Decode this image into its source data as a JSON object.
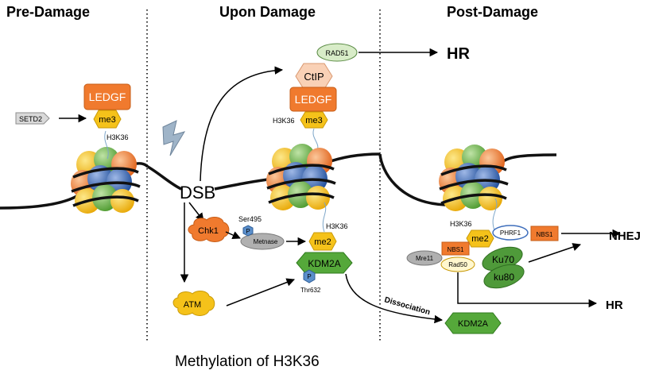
{
  "sections": {
    "pre": "Pre-Damage",
    "upon": "Upon Damage",
    "post": "Post-Damage"
  },
  "footer": "Methylation of H3K36",
  "pre": {
    "setd2": "SETD2",
    "ledgf": "LEDGF",
    "me3": "me3",
    "h3k36": "H3K36"
  },
  "upon": {
    "rad51": "RAD51",
    "ctip": "CtIP",
    "ledgf": "LEDGF",
    "me3": "me3",
    "h3k36_top": "H3K36",
    "dsb": "DSB",
    "chk1": "Chk1",
    "ser495": "Ser495",
    "p": "P",
    "metnase": "Metnase",
    "h3k36_bottom": "H3K36",
    "me2": "me2",
    "kdm2a": "KDM2A",
    "thr632": "Thr632",
    "atm": "ATM",
    "hr": "HR"
  },
  "post": {
    "h3k36": "H3K36",
    "me2": "me2",
    "phrf1": "PHRF1",
    "nbs1_right": "NBS1",
    "nbs1_left": "NBS1",
    "mre11": "Mre11",
    "rad50": "Rad50",
    "ku70": "Ku70",
    "ku80": "ku80",
    "nhej": "NHEJ",
    "hr": "HR",
    "dissociation": "Dissociation",
    "kdm2a": "KDM2A"
  },
  "colors": {
    "ledgf": "#f07a2e",
    "me": "#f5c21a",
    "kdm2a": "#55a83a",
    "rad51": "#d8ecc8",
    "ctip": "#f9d1b6",
    "chk1": "#f07a2e",
    "metnase": "#b0b0b0",
    "phosphate": "#5b8fcb",
    "ku": "#4f9a3a",
    "bolt": "#9fb4c8",
    "histone_orange": "#ee8a48",
    "histone_green": "#7cbc5e",
    "histone_yellow": "#f4c21b",
    "histone_blue": "#3f6fbc"
  }
}
